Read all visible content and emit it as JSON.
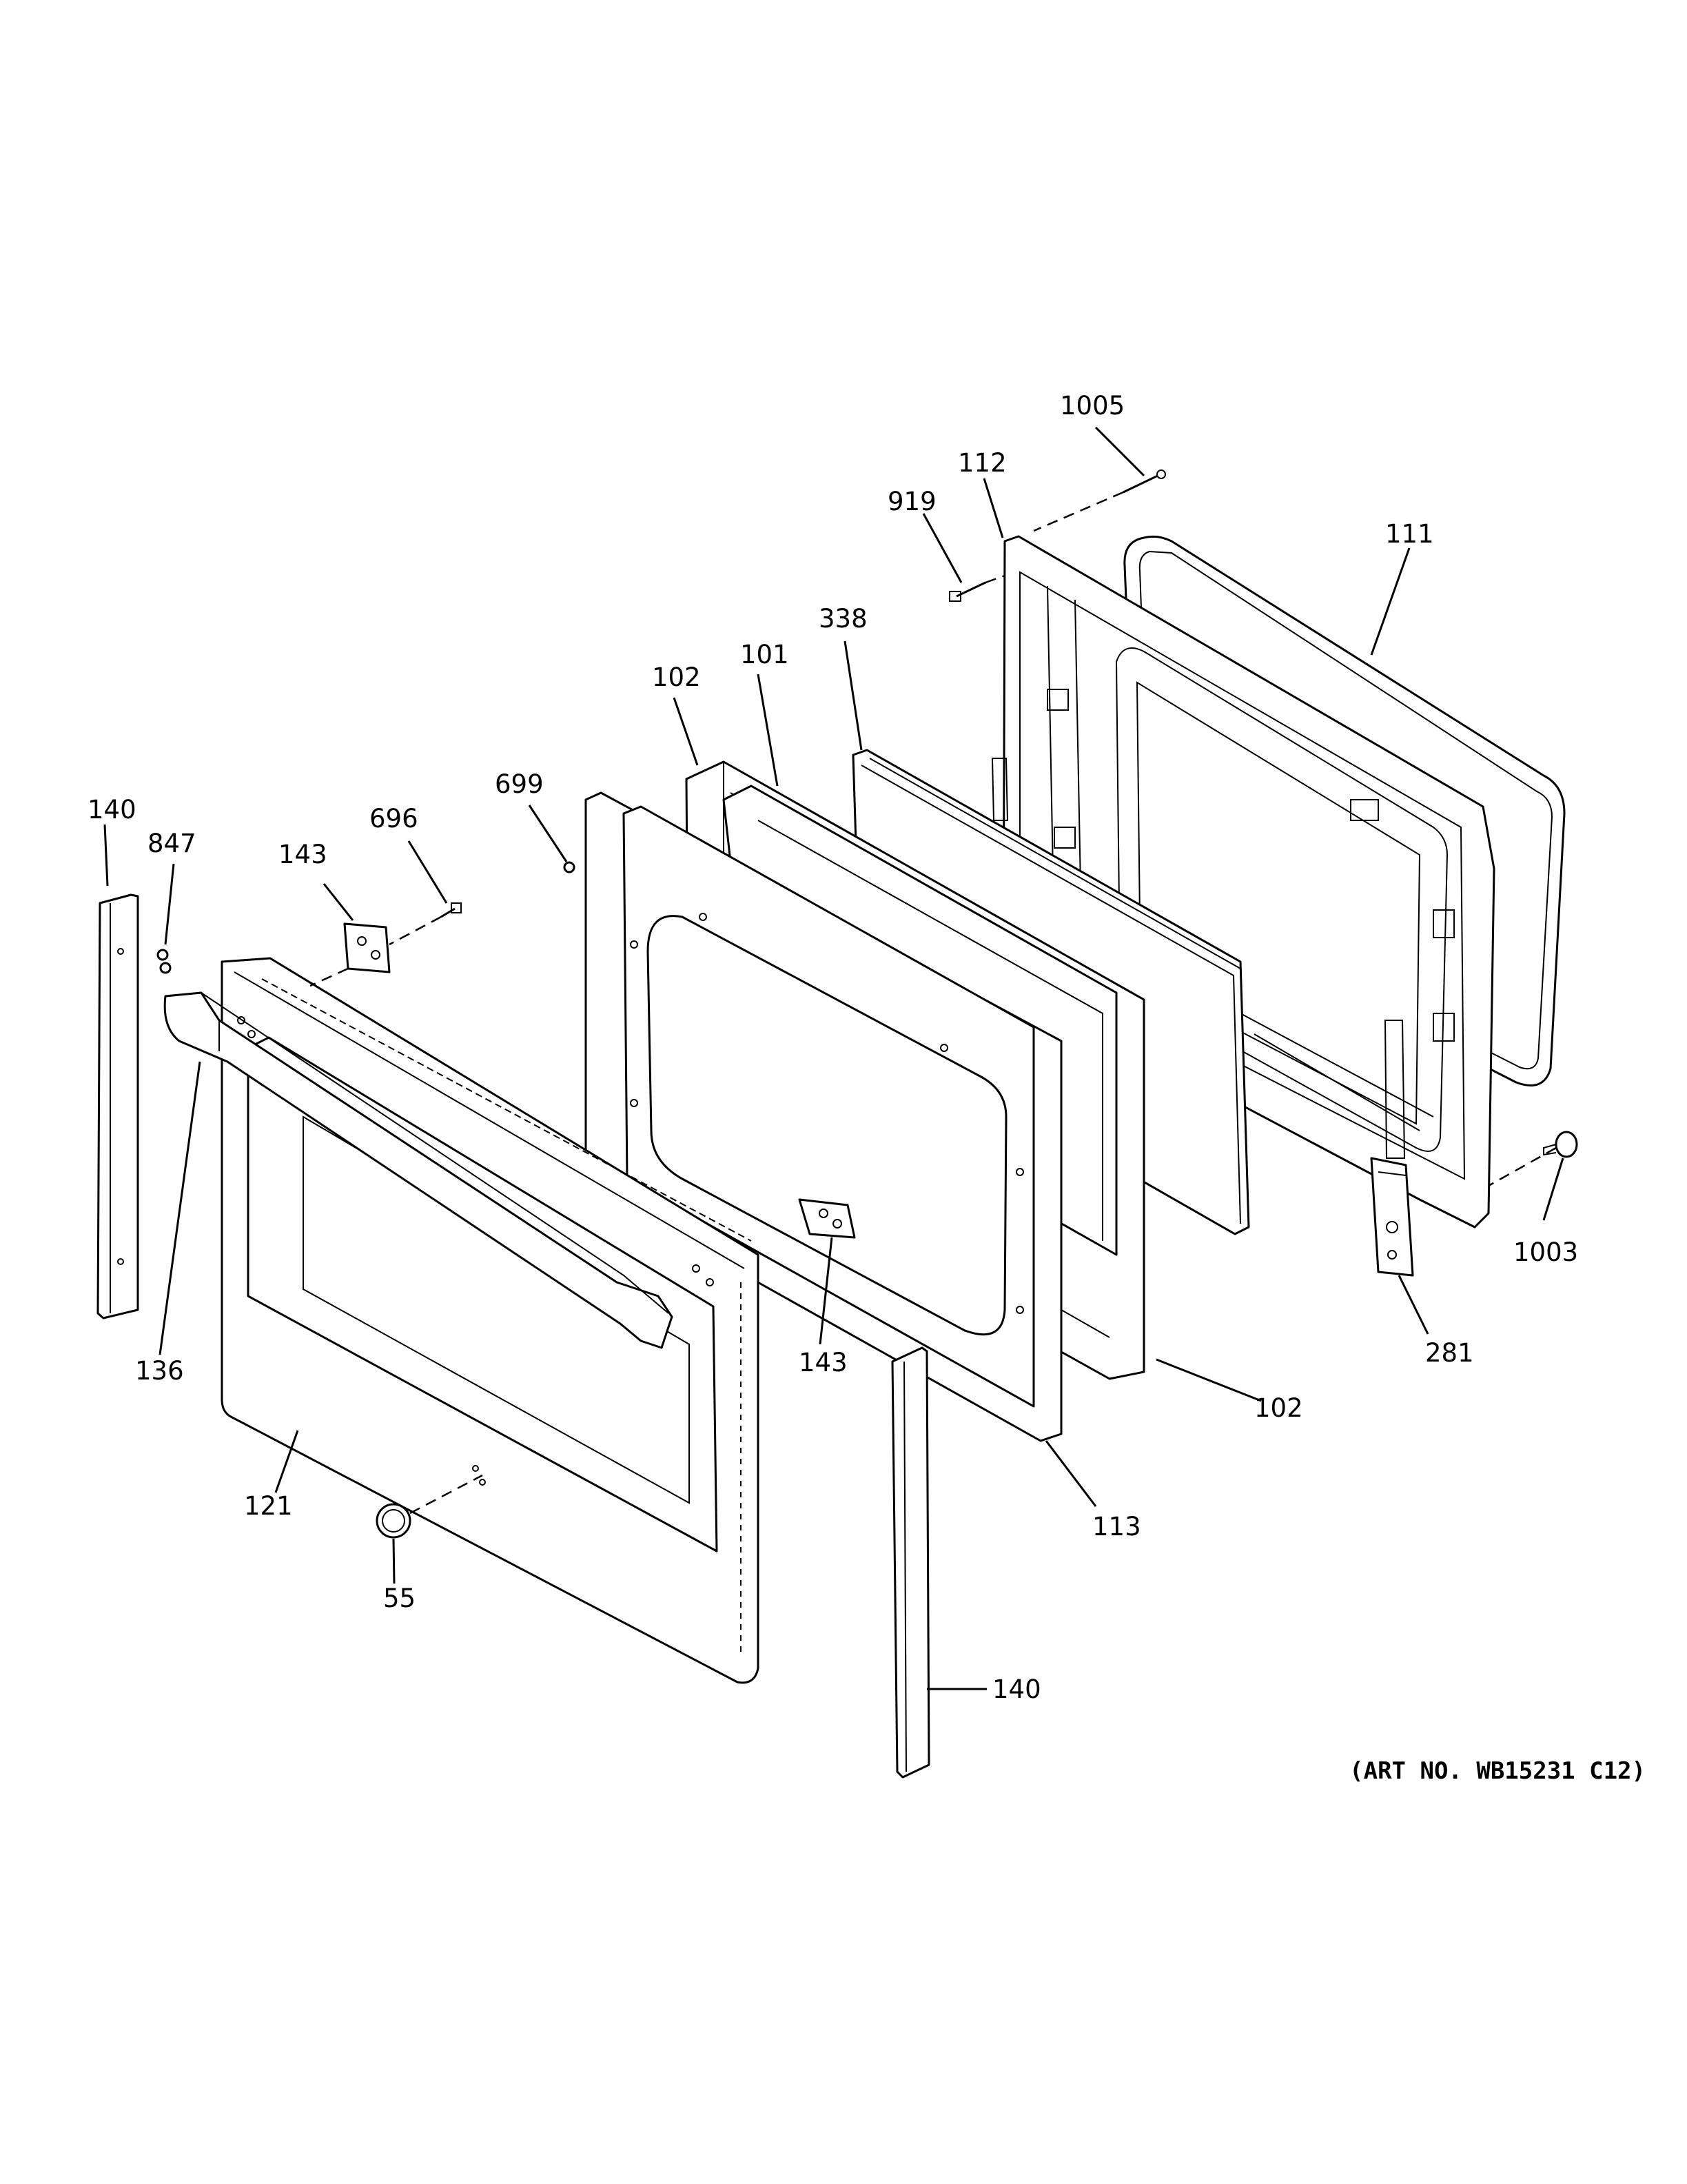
{
  "callouts": {
    "c1005": "1005",
    "c112": "112",
    "c919": "919",
    "c111": "111",
    "c338": "338",
    "c101": "101",
    "c102_top": "102",
    "c699": "699",
    "c140_left": "140",
    "c847": "847",
    "c696": "696",
    "c143_left": "143",
    "c136": "136",
    "c121": "121",
    "c55": "55",
    "c143_mid": "143",
    "c102_bottom": "102",
    "c113": "113",
    "c1003": "1003",
    "c281": "281",
    "c140_bottom": "140"
  },
  "art_number": "(ART NO. WB15231 C12)"
}
